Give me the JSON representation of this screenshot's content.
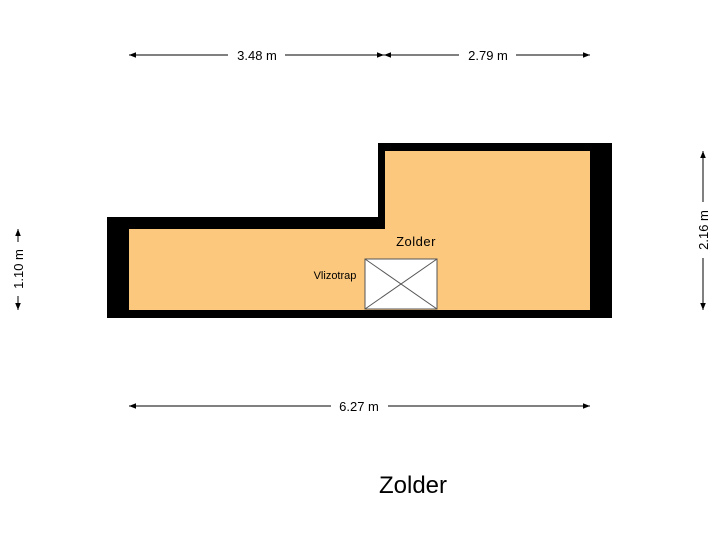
{
  "floor_title": "Zolder",
  "room": {
    "name": "Zolder",
    "fill_color": "#FBC87D",
    "wall_color": "#000000"
  },
  "hatch": {
    "label": "Vlizotrap"
  },
  "dimensions": {
    "top_left": "3.48 m",
    "top_right": "2.79 m",
    "bottom_total": "6.27 m",
    "left_height": "1.10 m",
    "right_height": "2.16 m"
  }
}
